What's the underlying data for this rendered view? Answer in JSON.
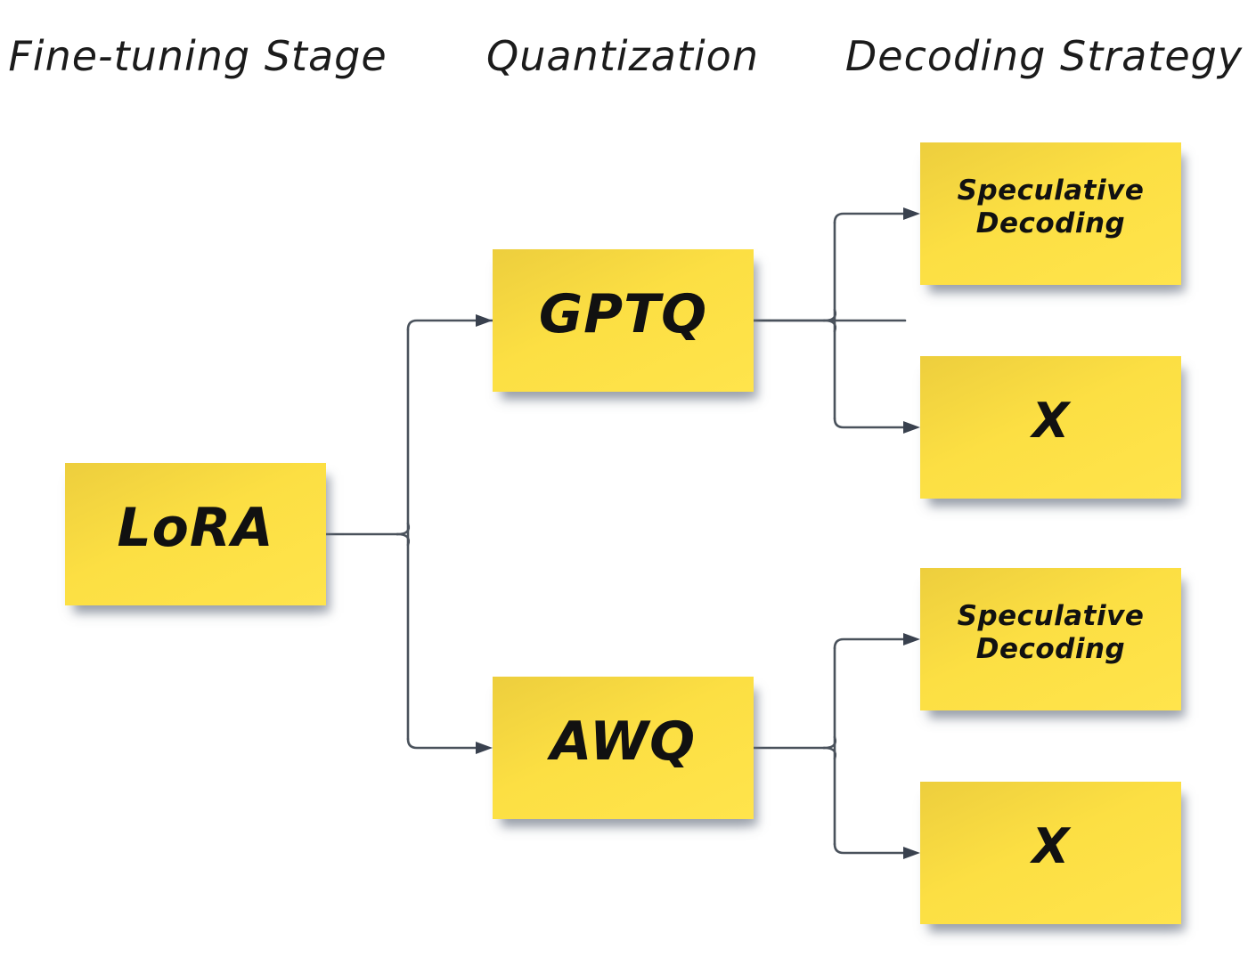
{
  "diagram": {
    "columns": [
      {
        "label": "Fine-tuning Stage"
      },
      {
        "label": "Quantization"
      },
      {
        "label": "Decoding Strategy"
      }
    ],
    "nodes": {
      "lora": {
        "label": "LoRA"
      },
      "gptq": {
        "label": "GPTQ"
      },
      "awq": {
        "label": "AWQ"
      },
      "sd1": {
        "label": "Speculative\nDecoding"
      },
      "x1": {
        "label": "X"
      },
      "sd2": {
        "label": "Speculative\nDecoding"
      },
      "x2": {
        "label": "X"
      }
    }
  },
  "colors": {
    "note_top": "#edce3d",
    "note_mid": "#fcdf43",
    "note_bottom": "#ffe44c",
    "connector": "#4A525C",
    "arrowhead": "#39414E",
    "text": "#111111",
    "background": "#ffffff"
  }
}
